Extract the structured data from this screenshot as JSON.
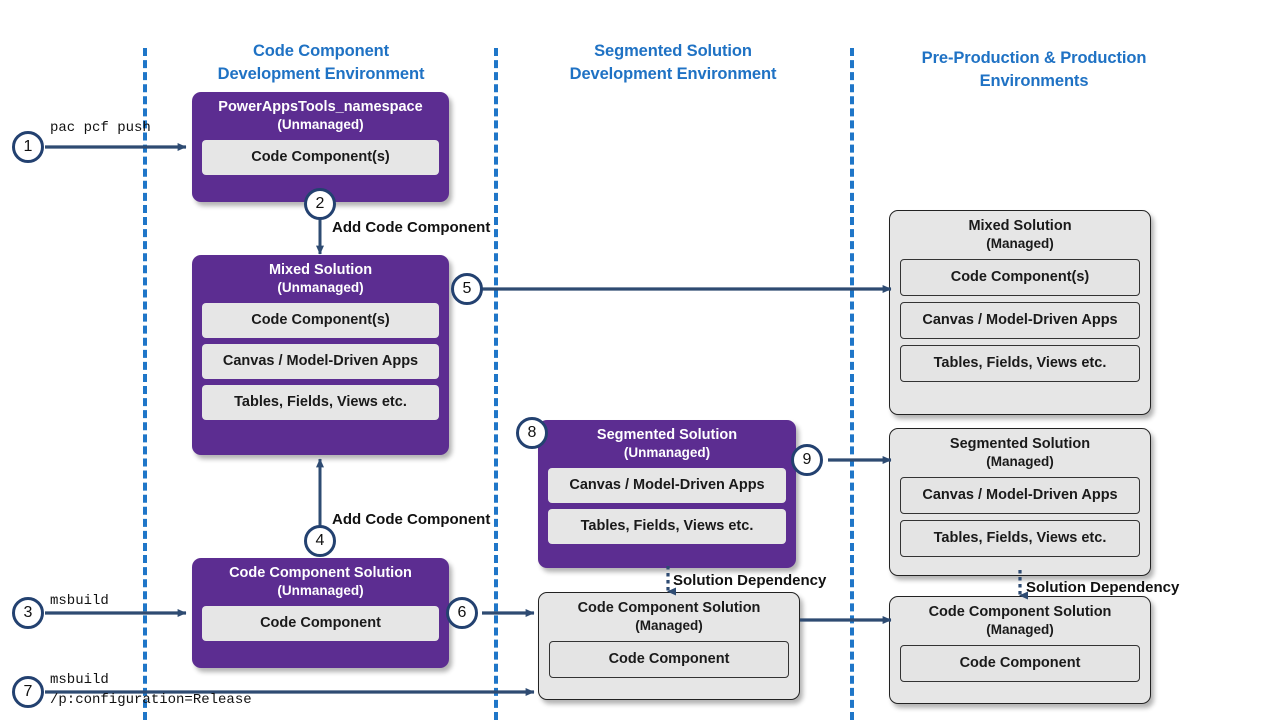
{
  "lanes": [
    {
      "title_line1": "Code Component",
      "title_line2": "Development Environment"
    },
    {
      "title_line1": "Segmented Solution",
      "title_line2": "Development Environment"
    },
    {
      "title_line1": "Pre-Production & Production",
      "title_line2": "Environments"
    }
  ],
  "boxes": {
    "powerapps_tools": {
      "title": "PowerAppsTools_namespace",
      "subtitle": "(Unmanaged)",
      "items": [
        "Code Component(s)"
      ]
    },
    "mixed_unmanaged": {
      "title": "Mixed Solution",
      "subtitle": "(Unmanaged)",
      "items": [
        "Code Component(s)",
        "Canvas / Model-Driven Apps",
        "Tables, Fields, Views etc."
      ]
    },
    "code_component_solution_unmanaged": {
      "title": "Code Component Solution",
      "subtitle": "(Unmanaged)",
      "items": [
        "Code Component"
      ]
    },
    "segmented_unmanaged": {
      "title": "Segmented Solution",
      "subtitle": "(Unmanaged)",
      "items": [
        "Canvas / Model-Driven Apps",
        "Tables, Fields, Views etc."
      ]
    },
    "code_component_solution_managed_mid": {
      "title": "Code Component Solution",
      "subtitle": "(Managed)",
      "items": [
        "Code Component"
      ]
    },
    "mixed_managed": {
      "title": "Mixed Solution",
      "subtitle": "(Managed)",
      "items": [
        "Code Component(s)",
        "Canvas / Model-Driven Apps",
        "Tables, Fields, Views etc."
      ]
    },
    "segmented_managed": {
      "title": "Segmented Solution",
      "subtitle": "(Managed)",
      "items": [
        "Canvas / Model-Driven Apps",
        "Tables, Fields, Views etc."
      ]
    },
    "code_component_solution_managed_right": {
      "title": "Code Component Solution",
      "subtitle": "(Managed)",
      "items": [
        "Code Component"
      ]
    }
  },
  "badges": [
    {
      "id": "1",
      "label": "1"
    },
    {
      "id": "2",
      "label": "2"
    },
    {
      "id": "3",
      "label": "3"
    },
    {
      "id": "4",
      "label": "4"
    },
    {
      "id": "5",
      "label": "5"
    },
    {
      "id": "6",
      "label": "6"
    },
    {
      "id": "7",
      "label": "7"
    },
    {
      "id": "8",
      "label": "8"
    },
    {
      "id": "9",
      "label": "9"
    }
  ],
  "commands": {
    "pac_pcf_push": "pac pcf push",
    "msbuild": "msbuild",
    "msbuild_release_line1": "msbuild",
    "msbuild_release_line2": "/p:configuration=Release"
  },
  "edge_labels": {
    "add_code_component_top": "Add Code Component",
    "add_code_component_bottom": "Add Code Component",
    "solution_dependency_mid": "Solution Dependency",
    "solution_dependency_right": "Solution Dependency"
  },
  "colors": {
    "purple": "#5C2D91",
    "lane_blue": "#1F72C4",
    "divider_blue": "#1F76C8",
    "arrow_navy": "#2E4B72",
    "gray_fill": "#E6E6E6"
  }
}
